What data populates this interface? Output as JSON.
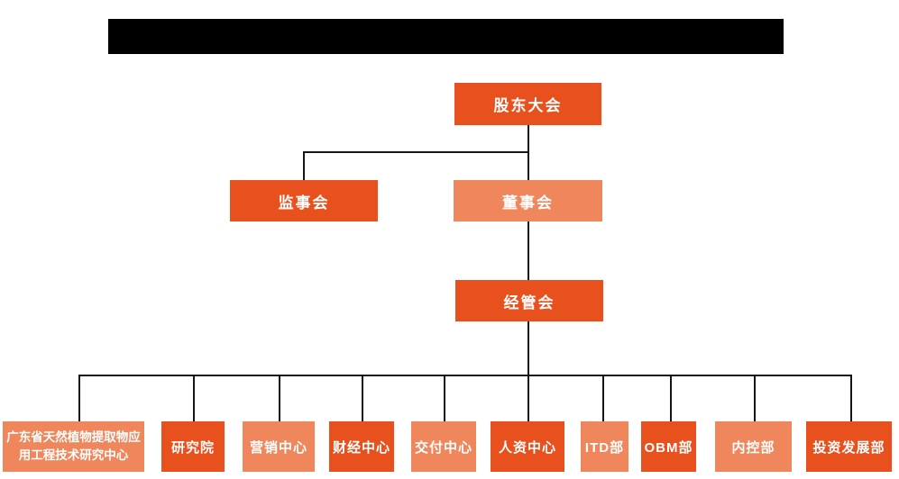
{
  "colors": {
    "primary": "#E8501E",
    "secondary": "#F0865C",
    "line": "#161616",
    "redaction": "#000000",
    "text": "#FFFFFF",
    "background": "#FFFFFF"
  },
  "org_chart": {
    "type": "organization-hierarchy",
    "level1": {
      "label": "股东大会"
    },
    "level2": {
      "supervisory_board": {
        "label": "监事会"
      },
      "board_of_directors": {
        "label": "董事会"
      }
    },
    "level3": {
      "label": "经管会"
    },
    "departments": [
      {
        "label": "广东省天然植物提取物应用工程技术研究中心",
        "color_variant": "secondary"
      },
      {
        "label": "研究院",
        "color_variant": "primary"
      },
      {
        "label": "营销中心",
        "color_variant": "secondary"
      },
      {
        "label": "财经中心",
        "color_variant": "primary"
      },
      {
        "label": "交付中心",
        "color_variant": "secondary"
      },
      {
        "label": "人资中心",
        "color_variant": "primary"
      },
      {
        "label": "ITD部",
        "color_variant": "secondary"
      },
      {
        "label": "OBM部",
        "color_variant": "primary"
      },
      {
        "label": "内控部",
        "color_variant": "secondary"
      },
      {
        "label": "投资发展部",
        "color_variant": "primary"
      }
    ]
  }
}
